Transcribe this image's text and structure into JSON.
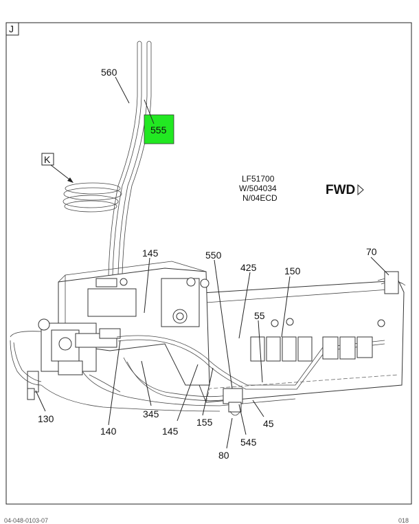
{
  "frame_label": "J",
  "view_label": "K",
  "highlight": {
    "label": "555",
    "color": "#22e822"
  },
  "note_lines": [
    "LF51700",
    "W/504034",
    "N/04ECD"
  ],
  "direction": "FWD",
  "callouts": {
    "c560": "560",
    "c145a": "145",
    "c550": "550",
    "c425": "425",
    "c150": "150",
    "c70": "70",
    "c55": "55",
    "c130": "130",
    "c140": "140",
    "c345": "345",
    "c145b": "145",
    "c155": "155",
    "c45": "45",
    "c545": "545",
    "c80": "80"
  },
  "footer": {
    "left": "04-048-0103-07",
    "right": "018"
  }
}
